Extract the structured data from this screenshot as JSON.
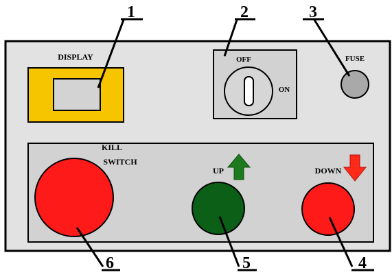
{
  "labels": {
    "display": "DISPLAY",
    "off": "OFF",
    "on": "ON",
    "fuse": "FUSE",
    "kill_line1": "KILL",
    "kill_line2": "SWITCH",
    "up": "UP",
    "down": "DOWN"
  },
  "callouts": {
    "c1": "1",
    "c2": "2",
    "c3": "3",
    "c4": "4",
    "c5": "5",
    "c6": "6"
  },
  "colors": {
    "panel": "#e2e2e2",
    "subpanel": "#d2d2d2",
    "display_frame": "#f7c400",
    "display_screen": "#d3d3d3",
    "fuse": "#a9a9a9",
    "kill_switch": "#ff1a1a",
    "up_button": "#0c5f17",
    "down_button": "#ff1a1a",
    "up_arrow": "#1e7a1e",
    "down_arrow": "#ff2a1a"
  },
  "icons": {
    "up_arrow": "arrow-up-icon",
    "down_arrow": "arrow-down-icon",
    "key": "key-slot-icon"
  }
}
